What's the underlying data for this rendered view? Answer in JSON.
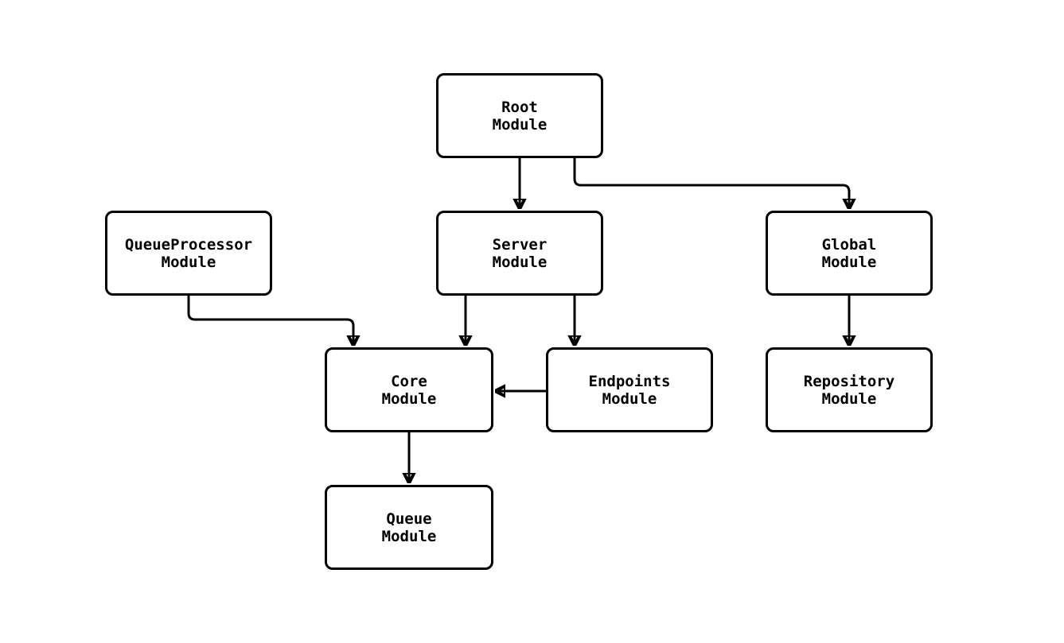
{
  "diagram": {
    "type": "flowchart",
    "direction": "top-down",
    "background_color": "#ffffff",
    "node_fill_color": "#ffffff",
    "node_border_color": "#000000",
    "edge_color": "#000000",
    "text_color": "#000000"
  },
  "nodes": {
    "root": {
      "label": "Root\nModule"
    },
    "server": {
      "label": "Server\nModule"
    },
    "queue_processor": {
      "label": "QueueProcessor\nModule"
    },
    "global": {
      "label": "Global\nModule"
    },
    "core": {
      "label": "Core\nModule"
    },
    "endpoints": {
      "label": "Endpoints\nModule"
    },
    "repository": {
      "label": "Repository\nModule"
    },
    "queue": {
      "label": "Queue\nModule"
    }
  },
  "edges": [
    {
      "from": "Root Module",
      "to": "Server Module"
    },
    {
      "from": "Root Module",
      "to": "Global Module"
    },
    {
      "from": "QueueProcessor Module",
      "to": "Core Module"
    },
    {
      "from": "Server Module",
      "to": "Core Module"
    },
    {
      "from": "Server Module",
      "to": "Endpoints Module"
    },
    {
      "from": "Endpoints Module",
      "to": "Core Module"
    },
    {
      "from": "Global Module",
      "to": "Repository Module"
    },
    {
      "from": "Core Module",
      "to": "Queue Module"
    }
  ]
}
